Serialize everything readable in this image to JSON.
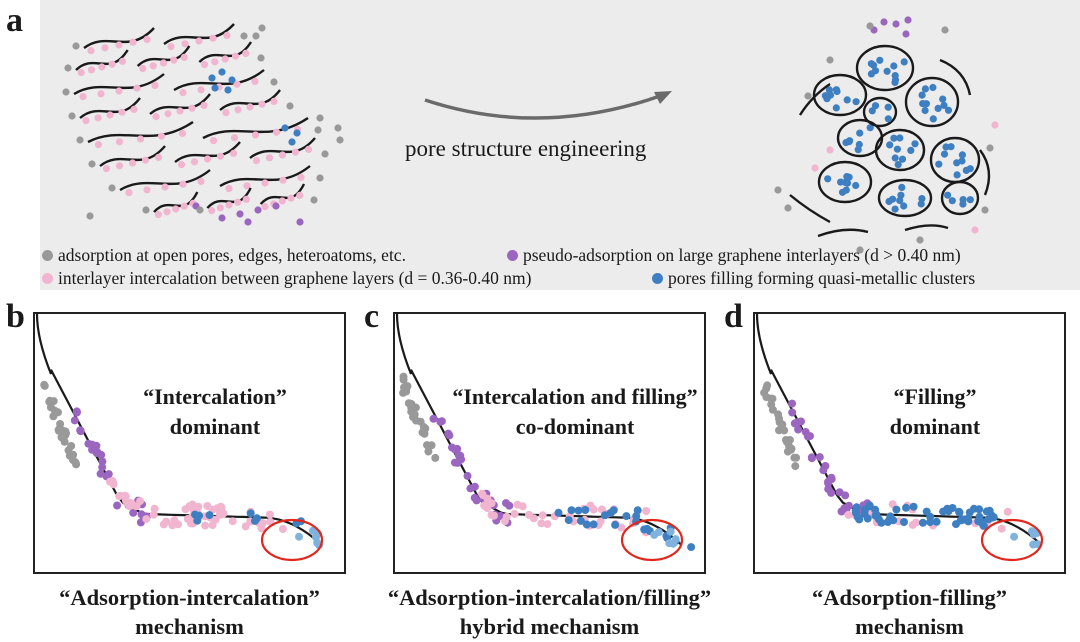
{
  "panel_a": {
    "letter": "a",
    "caption": "pore structure engineering",
    "legend": [
      {
        "text": "adsorption at open pores, edges, heteroatoms, etc.",
        "color": "#999999"
      },
      {
        "text": "pseudo-adsorption on large graphene interlayers (d >  0.40 nm)",
        "color": "#9b66c0"
      },
      {
        "text": "interlayer intercalation between graphene layers (d =  0.36-0.40 nm)",
        "color": "#f2b5cf"
      },
      {
        "text": "pores filling  forming quasi-metallic clusters",
        "color": "#3e7fc2"
      }
    ]
  },
  "colors": {
    "gray": "#999999",
    "purple": "#9b66c0",
    "pink": "#f2b5cf",
    "blue": "#3e7fc2",
    "light_blue": "#7fb3de",
    "line": "#1a1a1a",
    "highlight": "#e0281c",
    "panel_bg": "#ececec"
  },
  "plots": [
    {
      "letter": "b",
      "title1": "“Intercalation”",
      "title2": "dominant",
      "mech1": "“Adsorption-intercalation”",
      "mech2": "mechanism",
      "mode": "intercalation"
    },
    {
      "letter": "c",
      "title1": "“Intercalation and filling”",
      "title2": "co-dominant",
      "mech1": "“Adsorption-intercalation/filling”",
      "mech2": "hybrid mechanism",
      "mode": "hybrid"
    },
    {
      "letter": "d",
      "title1": "“Filling”",
      "title2": "dominant",
      "mech1": "“Adsorption-filling”",
      "mech2": "mechanism",
      "mode": "filling"
    }
  ]
}
